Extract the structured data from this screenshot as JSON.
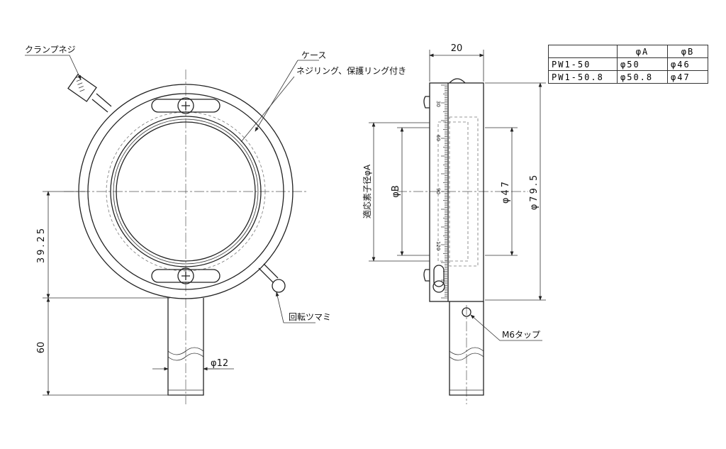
{
  "labels": {
    "clamp_screw": "クランプネジ",
    "case": "ケース",
    "screw_ring": "ネジリング、保護リング付き",
    "rotation_knob": "回転ツマミ",
    "m6_tap": "M6タップ",
    "element_diameter": "適応素子径φA"
  },
  "dimensions": {
    "width": "20",
    "height_center": "39.25",
    "post_length": "60",
    "post_dia": "φ12",
    "outer_dia": "φ79.5",
    "inner_dia": "φ47",
    "phi_b": "φB"
  },
  "scale_marks": [
    "30",
    "60",
    "90",
    "120"
  ],
  "spec_table": {
    "headers": [
      "",
      "φA",
      "φB"
    ],
    "rows": [
      [
        "PW1-50",
        "φ50",
        "φ46"
      ],
      [
        "PW1-50.8",
        "φ50.8",
        "φ47"
      ]
    ]
  }
}
